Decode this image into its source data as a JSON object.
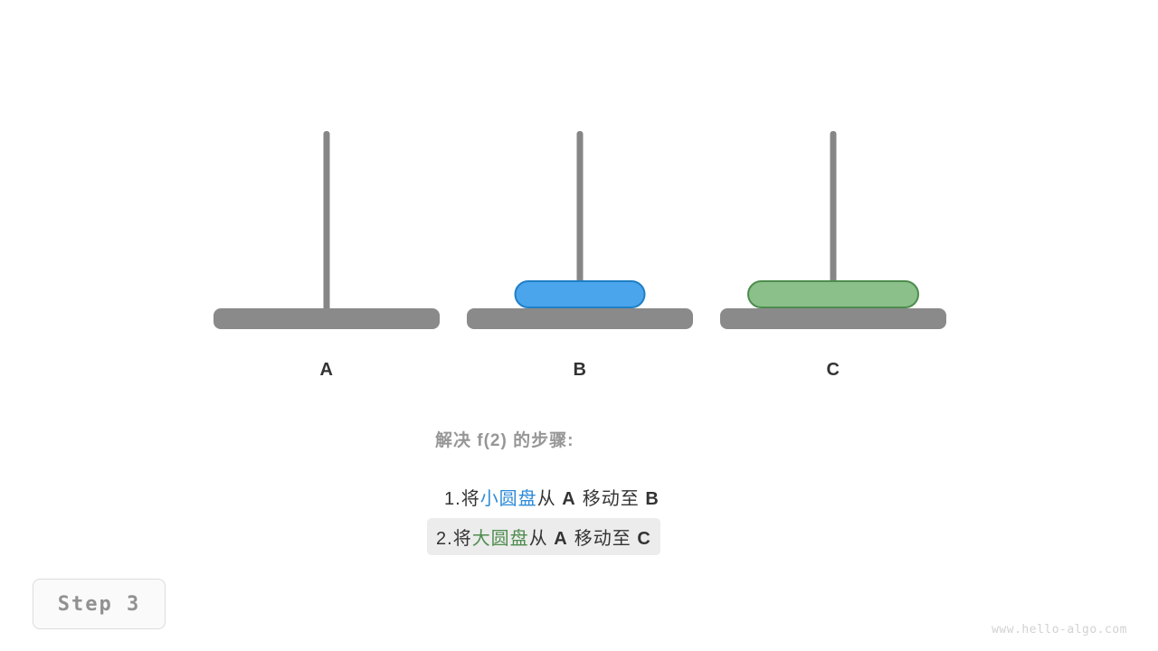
{
  "scene": {
    "type": "tower-of-hanoi",
    "colors": {
      "pole": "#868686",
      "base": "#8a8a8a",
      "small_disk_fill": "#4BA5EC",
      "small_disk_border": "#1f7fc6",
      "large_disk_fill": "#8BC08A",
      "large_disk_border": "#4e8c4e",
      "label": "#333333",
      "caption_title": "#969696",
      "highlight_bg": "#ececec",
      "badge_text": "#919191",
      "watermark": "#d2d2d2"
    },
    "towers": [
      {
        "label": "A",
        "disks": []
      },
      {
        "label": "B",
        "disks": [
          {
            "size": "small",
            "name": "小圆盘"
          }
        ]
      },
      {
        "label": "C",
        "disks": [
          {
            "size": "large",
            "name": "大圆盘"
          }
        ]
      }
    ]
  },
  "caption": {
    "title": "解决 f(2) 的步骤:",
    "steps": [
      {
        "number": "1.",
        "verb": "将",
        "disk": "小圆盘",
        "disk_color_class": "small",
        "from_word": "从",
        "from": "A",
        "move_word": "移动至",
        "to": "B",
        "highlighted": false
      },
      {
        "number": "2.",
        "verb": "将",
        "disk": "大圆盘",
        "disk_color_class": "large",
        "from_word": "从",
        "from": "A",
        "move_word": "移动至",
        "to": "C",
        "highlighted": true
      }
    ]
  },
  "badge": {
    "label": "Step 3"
  },
  "watermark": {
    "text": "www.hello-algo.com"
  }
}
